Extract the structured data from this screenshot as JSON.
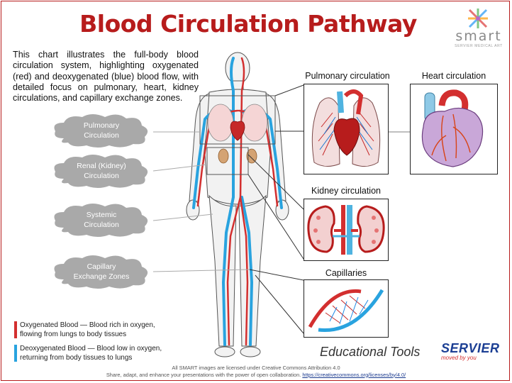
{
  "title": "Blood Circulation Pathway",
  "logo": {
    "word": "smart",
    "subtitle": "SERVIER MEDICAL ART"
  },
  "intro": "This chart illustrates the full-body blood circulation system, highlighting oxygenated (red) and deoxygenated (blue) blood flow, with detailed focus on pulmonary, heart, kidney circulations, and capillary exchange zones.",
  "labels": [
    {
      "line1": "Pulmonary",
      "line2": "Circulation"
    },
    {
      "line1": "Renal (Kidney)",
      "line2": "Circulation"
    },
    {
      "line1": "Systemic",
      "line2": "Circulation"
    },
    {
      "line1": "Capillary",
      "line2": "Exchange Zones"
    }
  ],
  "panels": {
    "pulmonary": "Pulmonary circulation",
    "heart": "Heart circulation",
    "kidney": "Kidney circulation",
    "capillaries": "Capillaries"
  },
  "legend": [
    {
      "line1": "Oxygenated Blood — Blood rich in oxygen,",
      "line2": "flowing from lungs to body tissues",
      "color": "#d32f2f"
    },
    {
      "line1": "Deoxygenated Blood — Blood low in oxygen,",
      "line2": "returning from body tissues to lungs",
      "color": "#29a3df"
    }
  ],
  "branding": {
    "educational": "Educational Tools",
    "servier": "SERVIER",
    "servier_tagline": "moved by you"
  },
  "footer": {
    "line1": "All SMART images are licensed under Creative Commons Attribution 4.0",
    "line2": "Share, adapt, and enhance your presentations with the power of open collaboration.",
    "link": "https://creativecommons.org/licenses/by/4.0/"
  },
  "colors": {
    "oxygenated": "#d32f2f",
    "deoxygenated": "#29a3df",
    "title": "#b71c1c",
    "cloud": "#a9a9a9"
  }
}
